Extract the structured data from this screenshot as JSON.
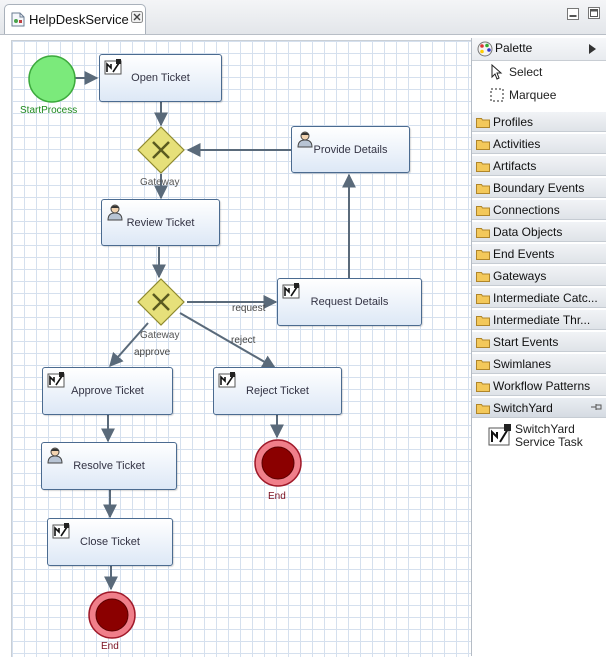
{
  "editor_tab": {
    "title": "HelpDeskService",
    "close_icon": "close-icon",
    "file_icon": "process-file-icon"
  },
  "window_controls": {
    "minimize_icon": "minimize-icon",
    "maximize_icon": "maximize-icon"
  },
  "diagram": {
    "start_event": {
      "label": "StartProcess",
      "color": "#7bea7b"
    },
    "tasks": {
      "open_ticket": {
        "label": "Open Ticket",
        "kind": "service-task"
      },
      "review_ticket": {
        "label": "Review Ticket",
        "kind": "user-task"
      },
      "provide_details": {
        "label": "Provide Details",
        "kind": "user-task"
      },
      "request_details": {
        "label": "Request Details",
        "kind": "service-task"
      },
      "approve_ticket": {
        "label": "Approve Ticket",
        "kind": "service-task"
      },
      "reject_ticket": {
        "label": "Reject Ticket",
        "kind": "service-task"
      },
      "resolve_ticket": {
        "label": "Resolve Ticket",
        "kind": "user-task"
      },
      "close_ticket": {
        "label": "Close Ticket",
        "kind": "service-task"
      }
    },
    "gateways": {
      "gateway_1": {
        "label": "Gateway"
      },
      "gateway_2": {
        "label": "Gateway"
      }
    },
    "end_events": {
      "end_reject": {
        "label": "End"
      },
      "end_close": {
        "label": "End"
      }
    },
    "flow_labels": {
      "request": "request",
      "reject": "reject",
      "approve": "approve"
    },
    "colors": {
      "task_border": "#4b6b90",
      "task_fill_top": "#ffffff",
      "task_fill_bottom": "#dde8f6",
      "gateway_fill": "#e6e07a",
      "end_fill": "#8b0000",
      "end_ring": "#f07f8a",
      "start_fill": "#7bea7b",
      "flow": "#5a6a7a",
      "grid": "#d5e0ee"
    }
  },
  "palette": {
    "title": "Palette",
    "icon": "palette-icon",
    "collapse_icon": "triangle-right-icon",
    "tools": [
      {
        "label": "Select",
        "icon": "arrow-pointer-icon"
      },
      {
        "label": "Marquee",
        "icon": "marquee-icon"
      }
    ],
    "drawers": [
      {
        "label": "Profiles"
      },
      {
        "label": "Activities"
      },
      {
        "label": "Artifacts"
      },
      {
        "label": "Boundary Events"
      },
      {
        "label": "Connections"
      },
      {
        "label": "Data Objects"
      },
      {
        "label": "End Events"
      },
      {
        "label": "Gateways"
      },
      {
        "label": "Intermediate Catc..."
      },
      {
        "label": "Intermediate Thr..."
      },
      {
        "label": "Start Events"
      },
      {
        "label": "Swimlanes"
      },
      {
        "label": "Workflow Patterns"
      },
      {
        "label": "SwitchYard"
      }
    ],
    "switchyard_entry": {
      "line1": "SwitchYard",
      "line2": "Service Task",
      "icon": "switchyard-service-task-icon"
    },
    "pin_icon": "pin-icon"
  }
}
